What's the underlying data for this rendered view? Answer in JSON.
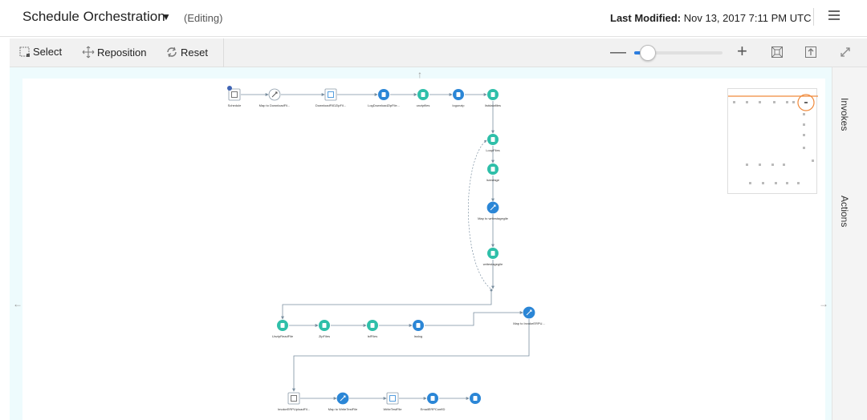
{
  "header": {
    "title": "Schedule Orchestration",
    "status": "(Editing)",
    "last_modified_label": "Last Modified:",
    "last_modified_value": "Nov 13, 2017 7:11 PM UTC"
  },
  "toolbar": {
    "select_label": "Select",
    "reposition_label": "Reposition",
    "reset_label": "Reset",
    "zoom_level": 0.15
  },
  "side_tabs": {
    "invokes": "Invokes",
    "actions": "Actions"
  },
  "colors": {
    "teal": "#2fbfa9",
    "blue": "#2b86d6",
    "connector": "#7a8fa0",
    "canvas_bg": "#eefbfd",
    "highlight": "#f08a3c"
  },
  "flow": {
    "row1": [
      {
        "label": "Schedule",
        "kind": "schedule-icon"
      },
      {
        "label": "Map to DownloadFil...",
        "kind": "map-icon"
      },
      {
        "label": "DownloadFIlDZipFil...",
        "kind": "flag-icon"
      },
      {
        "label": "LogDownloadZipFile...",
        "kind": "invoke-icon"
      },
      {
        "label": "unzipfiles",
        "kind": "invoke-icon"
      },
      {
        "label": "logunzip",
        "kind": "invoke-icon"
      },
      {
        "label": "listdatafiles",
        "kind": "invoke-icon"
      }
    ],
    "column": [
      {
        "label": "LoopFiles",
        "kind": "loop-icon"
      },
      {
        "label": "lsmsfage",
        "kind": "invoke-icon"
      },
      {
        "label": "Map to writestagegile",
        "kind": "map-icon"
      },
      {
        "label": "writestagegile",
        "kind": "invoke-icon"
      }
    ],
    "row2": [
      {
        "label": "UnzipReadFile",
        "kind": "invoke-icon"
      },
      {
        "label": "ZipFiles",
        "kind": "invoke-icon"
      },
      {
        "label": "lsfFiles",
        "kind": "invoke-icon"
      },
      {
        "label": "lsslog",
        "kind": "invoke-icon"
      },
      {
        "label": "Map to InvokeERPU...",
        "kind": "map-icon"
      }
    ],
    "row3": [
      {
        "label": "InvokeERPUploadFil...",
        "kind": "upload-icon"
      },
      {
        "label": "Map to WriteTestFile",
        "kind": "map-icon"
      },
      {
        "label": "WriteTestFile",
        "kind": "flag-icon"
      },
      {
        "label": "EmailERPConfID",
        "kind": "notify-icon"
      },
      {
        "label": "",
        "kind": "end-icon"
      }
    ]
  }
}
